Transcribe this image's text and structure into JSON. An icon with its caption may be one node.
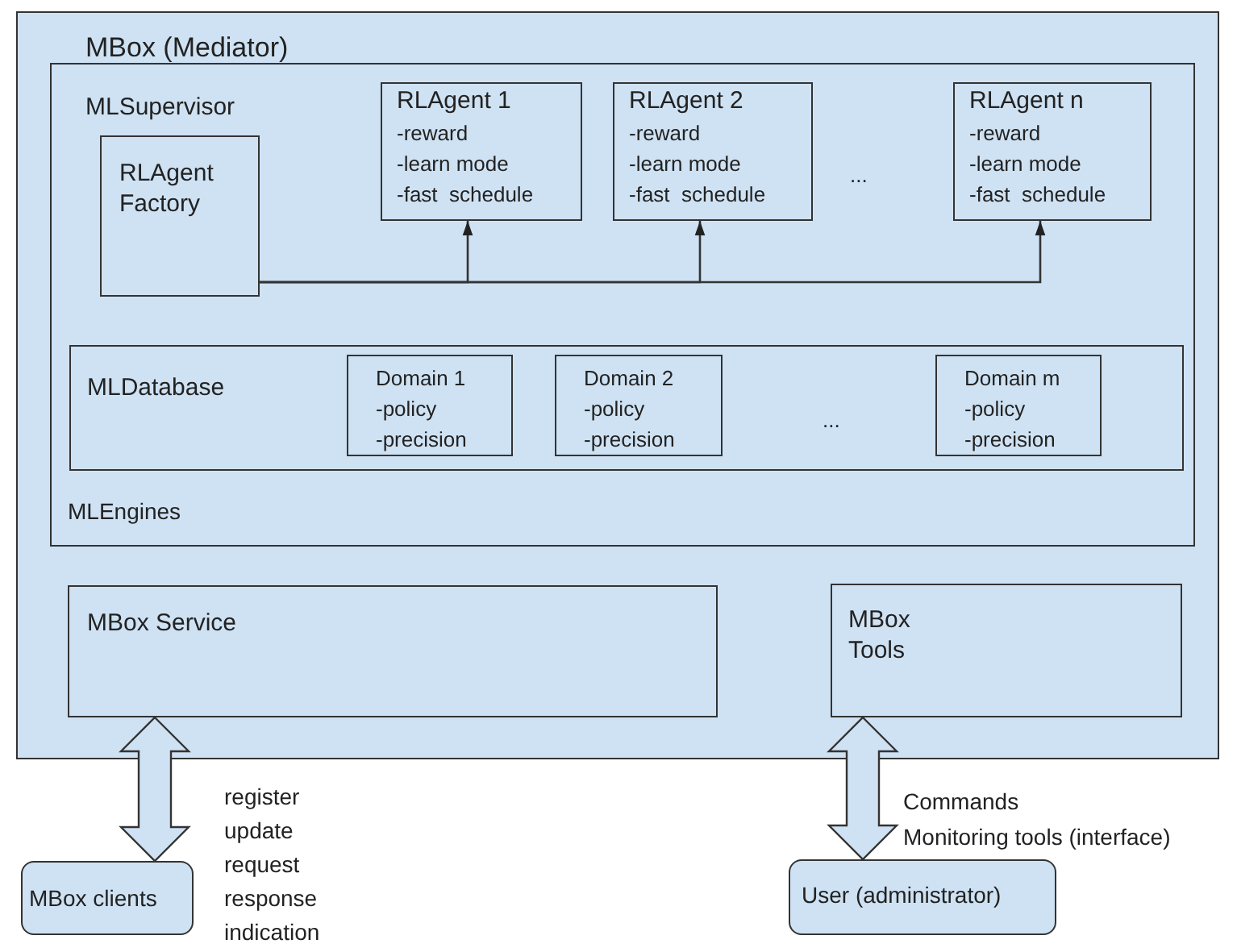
{
  "diagram": {
    "nodes": [
      {
        "text": [
          "MBox (Mediator)"
        ]
      },
      {
        "text": [
          "MLEngines"
        ],
        "in": 0
      },
      {
        "text": [
          "RLAgent Factory"
        ],
        "in": 1
      },
      {
        "text": [
          "RLAgent 1",
          "-reward",
          "-learn mode",
          "-fast  schedule"
        ],
        "in": 1
      },
      {
        "text": [
          "RLAgent 2",
          "-reward",
          "-learn mode",
          "-fast  schedule"
        ],
        "in": 1
      },
      {
        "text": [
          "RLAgent n",
          "-reward",
          "-learn mode",
          "-fast  schedule"
        ],
        "in": 1
      },
      {
        "text": [
          "MLDatabase"
        ],
        "in": 1
      },
      {
        "text": [
          "Domain 1",
          "-policy",
          "-precision"
        ],
        "in": 6
      },
      {
        "text": [
          "Domain 2",
          "-policy",
          "-precision"
        ],
        "in": 6
      },
      {
        "text": [
          "Domain m",
          "-policy",
          "-precision"
        ],
        "in": 6
      },
      {
        "text": [
          "MBox Service"
        ],
        "in": 0
      },
      {
        "text": [
          "MBox Tools"
        ],
        "in": 0
      },
      {
        "text": [
          "MBox clients"
        ]
      },
      {
        "text": [
          "User (administrator)"
        ]
      }
    ],
    "edges": [
      {
        "from": 2,
        "to": 3,
        "arrow": "to"
      },
      {
        "from": 2,
        "to": 4,
        "arrow": "to"
      },
      {
        "from": 2,
        "to": 5,
        "arrow": "to"
      },
      {
        "from": 10,
        "to": 12,
        "arrow": "both",
        "style": "thick"
      },
      {
        "from": 11,
        "to": 13,
        "arrow": "both",
        "style": "thick"
      }
    ],
    "labels": [
      "MLSupervisor",
      "...",
      "...",
      "register",
      "update",
      "request",
      "response",
      "indication",
      "Commands",
      "Monitoring tools (interface)"
    ]
  }
}
